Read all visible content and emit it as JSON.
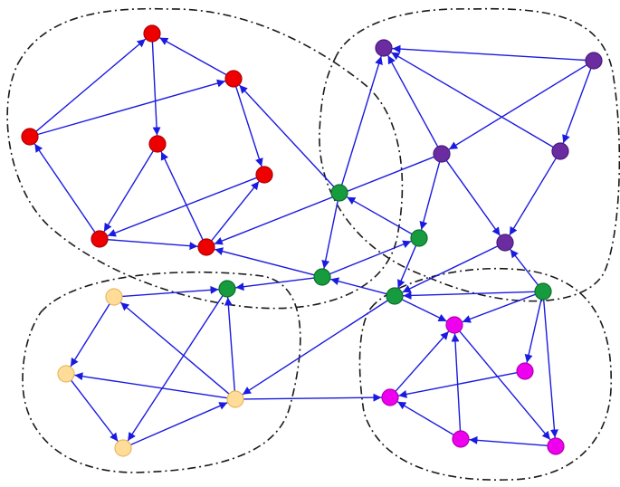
{
  "colors": {
    "edge": "#1a1ae0",
    "outline": "#1a1a1a",
    "red": "#ee0000",
    "red_stroke": "#b00000",
    "purple": "#6a2ca0",
    "purple_stroke": "#4a1a78",
    "green": "#169c3e",
    "green_stroke": "#0c6e2a",
    "yellow": "#ffdd99",
    "yellow_stroke": "#e8b860",
    "magenta": "#ee00ee",
    "magenta_stroke": "#b000b0"
  },
  "clusters": [
    {
      "id": "cluster-red",
      "members": "red"
    },
    {
      "id": "cluster-purple",
      "members": "purple"
    },
    {
      "id": "cluster-yellow",
      "members": "yellow"
    },
    {
      "id": "cluster-magenta",
      "members": "magenta"
    }
  ],
  "nodes": [
    {
      "id": "r1",
      "group": "red"
    },
    {
      "id": "r2",
      "group": "red"
    },
    {
      "id": "r3",
      "group": "red"
    },
    {
      "id": "r4",
      "group": "red"
    },
    {
      "id": "r5",
      "group": "red"
    },
    {
      "id": "r6",
      "group": "red"
    },
    {
      "id": "r7",
      "group": "red"
    },
    {
      "id": "p1",
      "group": "purple"
    },
    {
      "id": "p2",
      "group": "purple"
    },
    {
      "id": "p3",
      "group": "purple"
    },
    {
      "id": "p4",
      "group": "purple"
    },
    {
      "id": "p5",
      "group": "purple"
    },
    {
      "id": "g1",
      "group": "green"
    },
    {
      "id": "g2",
      "group": "green"
    },
    {
      "id": "g3",
      "group": "green"
    },
    {
      "id": "g4",
      "group": "green"
    },
    {
      "id": "g5",
      "group": "green"
    },
    {
      "id": "g6",
      "group": "green"
    },
    {
      "id": "y1",
      "group": "yellow"
    },
    {
      "id": "y2",
      "group": "yellow"
    },
    {
      "id": "y3",
      "group": "yellow"
    },
    {
      "id": "y4",
      "group": "yellow"
    },
    {
      "id": "m1",
      "group": "magenta"
    },
    {
      "id": "m2",
      "group": "magenta"
    },
    {
      "id": "m3",
      "group": "magenta"
    },
    {
      "id": "m4",
      "group": "magenta"
    },
    {
      "id": "m5",
      "group": "magenta"
    }
  ],
  "edges": [
    [
      "r2",
      "r1"
    ],
    [
      "r3",
      "r1"
    ],
    [
      "r1",
      "r4"
    ],
    [
      "r2",
      "r3"
    ],
    [
      "r3",
      "r5"
    ],
    [
      "r4",
      "r6"
    ],
    [
      "r5",
      "r6"
    ],
    [
      "r6",
      "r2"
    ],
    [
      "r6",
      "r7"
    ],
    [
      "r7",
      "r4"
    ],
    [
      "r7",
      "r5"
    ],
    [
      "g1",
      "r3"
    ],
    [
      "g1",
      "p1"
    ],
    [
      "g1",
      "g3"
    ],
    [
      "g4",
      "g1"
    ],
    [
      "g3",
      "r7"
    ],
    [
      "g3",
      "g4"
    ],
    [
      "g3",
      "g2"
    ],
    [
      "g4",
      "g5"
    ],
    [
      "p2",
      "r7"
    ],
    [
      "p3",
      "p1"
    ],
    [
      "p3",
      "p2"
    ],
    [
      "p3",
      "p4"
    ],
    [
      "p4",
      "p1"
    ],
    [
      "p4",
      "p5"
    ],
    [
      "p2",
      "p1"
    ],
    [
      "p2",
      "g4"
    ],
    [
      "p2",
      "p5"
    ],
    [
      "p5",
      "g5"
    ],
    [
      "g6",
      "p5"
    ],
    [
      "g6",
      "g5"
    ],
    [
      "g5",
      "g3"
    ],
    [
      "g6",
      "m1"
    ],
    [
      "g6",
      "m2"
    ],
    [
      "g6",
      "m5"
    ],
    [
      "g5",
      "m1"
    ],
    [
      "g5",
      "y4"
    ],
    [
      "y1",
      "g2"
    ],
    [
      "y1",
      "y2"
    ],
    [
      "y4",
      "y1"
    ],
    [
      "y4",
      "y2"
    ],
    [
      "y2",
      "y3"
    ],
    [
      "y3",
      "y4"
    ],
    [
      "g2",
      "y3"
    ],
    [
      "y4",
      "g2"
    ],
    [
      "y4",
      "m3"
    ],
    [
      "m3",
      "m1"
    ],
    [
      "m4",
      "m1"
    ],
    [
      "m4",
      "m3"
    ],
    [
      "m2",
      "m3"
    ],
    [
      "m5",
      "m4"
    ],
    [
      "m1",
      "m5"
    ]
  ]
}
